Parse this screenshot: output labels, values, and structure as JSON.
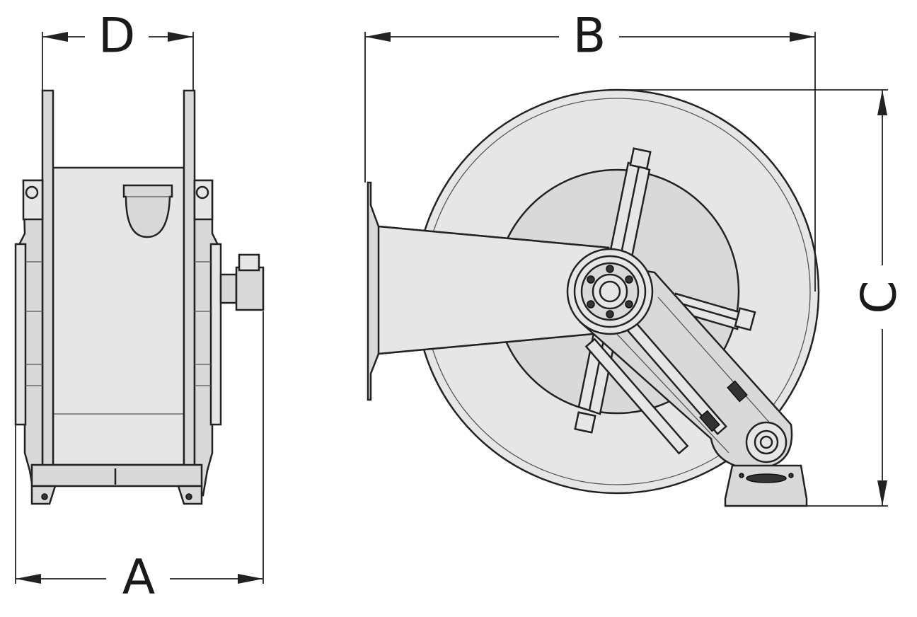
{
  "dimensions": {
    "a": "A",
    "b": "B",
    "c": "C",
    "d": "D"
  },
  "colors": {
    "stroke": "#222222",
    "fill": "#d9d9d9",
    "background": "#ffffff"
  }
}
